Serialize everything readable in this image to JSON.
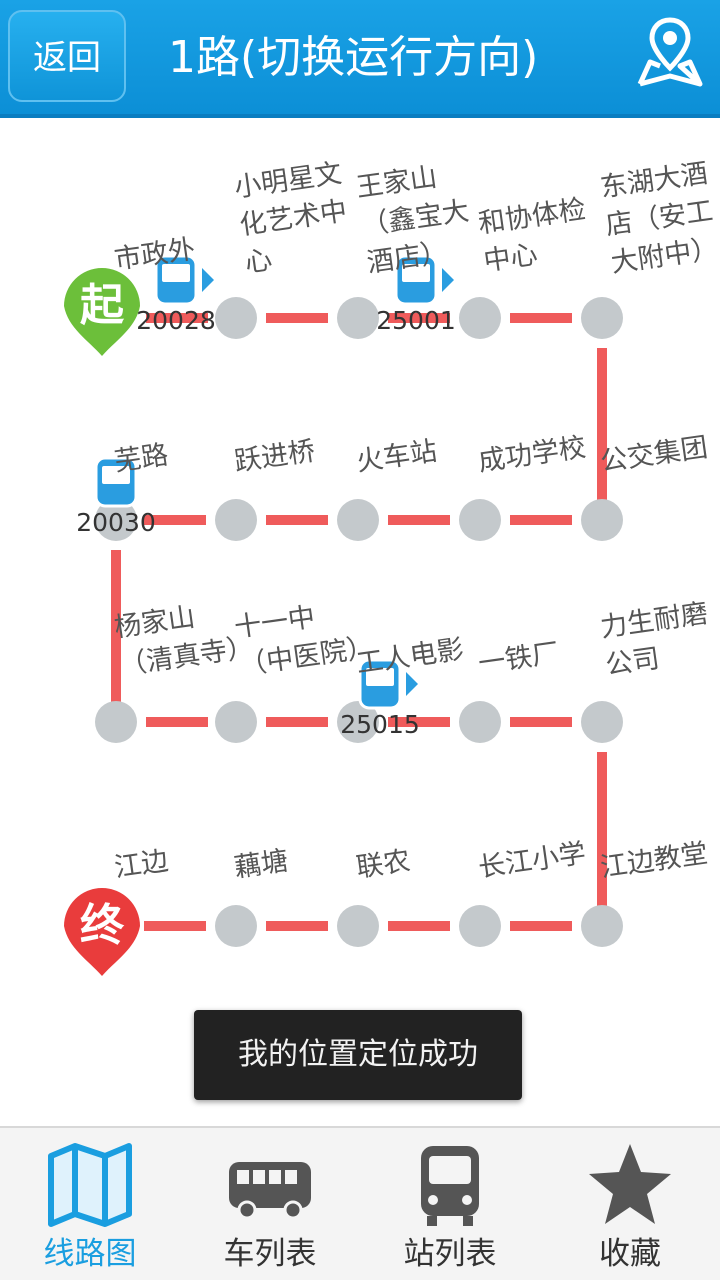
{
  "header": {
    "back_label": "返回",
    "title": "1路(切换运行方向)",
    "map_icon": "map-location-icon"
  },
  "route": {
    "line_color": "#ef5b5b",
    "stop_color": "#c4c9cc",
    "start_label": "起",
    "start_color": "#6cbf3a",
    "end_label": "终",
    "end_color": "#e93c3c",
    "stops": [
      "市政外",
      "小明星文化艺术中心",
      "王家山（鑫宝大酒店）",
      "和协体检中心",
      "东湖大酒店（安工大附中）",
      "公交集团",
      "成功学校",
      "火车站",
      "跃进桥",
      "芜路",
      "杨家山（清真寺）",
      "十一中（中医院）",
      "工人电影",
      "一铁厂",
      "力生耐磨公司",
      "江边教堂",
      "长江小学",
      "联农",
      "藕塘",
      "江边"
    ],
    "buses": [
      {
        "id": "20028"
      },
      {
        "id": "25001"
      },
      {
        "id": "20030"
      },
      {
        "id": "25015"
      }
    ]
  },
  "toast": "我的位置定位成功",
  "bottom_nav": [
    {
      "label": "线路图",
      "icon": "map-icon",
      "active": true
    },
    {
      "label": "车列表",
      "icon": "bus-side-icon",
      "active": false
    },
    {
      "label": "站列表",
      "icon": "bus-front-icon",
      "active": false
    },
    {
      "label": "收藏",
      "icon": "star-icon",
      "active": false
    }
  ],
  "colors": {
    "accent": "#1a9ee0",
    "header": "#1aa2e6"
  }
}
